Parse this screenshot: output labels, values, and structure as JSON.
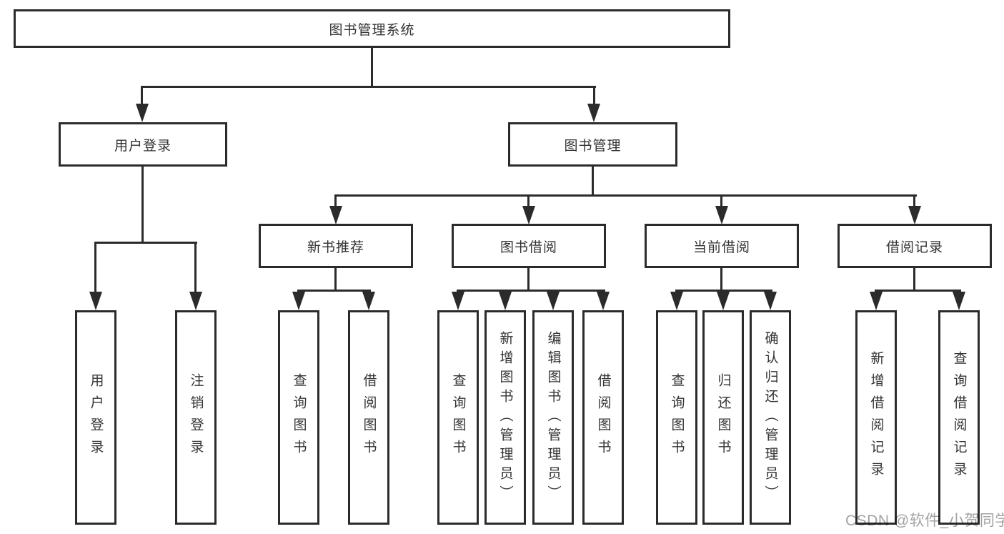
{
  "nodes": {
    "library_system": {
      "label": "图书管理系统"
    },
    "user_login": {
      "label": "用户登录"
    },
    "book_mgmt": {
      "label": "图书管理"
    },
    "new_books": {
      "label": "新书推荐"
    },
    "book_borrow": {
      "label": "图书借阅"
    },
    "current_borrow": {
      "label": "当前借阅"
    },
    "borrow_records": {
      "label": "借阅记录"
    },
    "ul_login": {
      "label": "用户登录"
    },
    "ul_logout": {
      "label": "注销登录"
    },
    "nb_query": {
      "label": "查询图书"
    },
    "nb_borrow": {
      "label": "借阅图书"
    },
    "bb_query": {
      "label": "查询图书"
    },
    "bb_add": {
      "label": "新增图书（管理员）"
    },
    "bb_edit": {
      "label": "编辑图书（管理员）"
    },
    "bb_borrow": {
      "label": "借阅图书"
    },
    "cb_query": {
      "label": "查询图书"
    },
    "cb_return": {
      "label": "归还图书"
    },
    "cb_confirm": {
      "label": "确认归还（管理员）"
    },
    "br_add": {
      "label": "新增借阅记录"
    },
    "br_query": {
      "label": "查询借阅记录"
    }
  },
  "hierarchy": {
    "library_system": [
      "user_login",
      "book_mgmt"
    ],
    "user_login": [
      "ul_login",
      "ul_logout"
    ],
    "book_mgmt": [
      "new_books",
      "book_borrow",
      "current_borrow",
      "borrow_records"
    ],
    "new_books": [
      "nb_query",
      "nb_borrow"
    ],
    "book_borrow": [
      "bb_query",
      "bb_add",
      "bb_edit",
      "bb_borrow"
    ],
    "current_borrow": [
      "cb_query",
      "cb_return",
      "cb_confirm"
    ],
    "borrow_records": [
      "br_add",
      "br_query"
    ]
  },
  "watermark": {
    "text": "CSDN @软件_小贺同学"
  },
  "colors": {
    "line": "#2b2b2b",
    "text": "#333333",
    "watermark": "#a3a3a3",
    "background": "#ffffff"
  }
}
